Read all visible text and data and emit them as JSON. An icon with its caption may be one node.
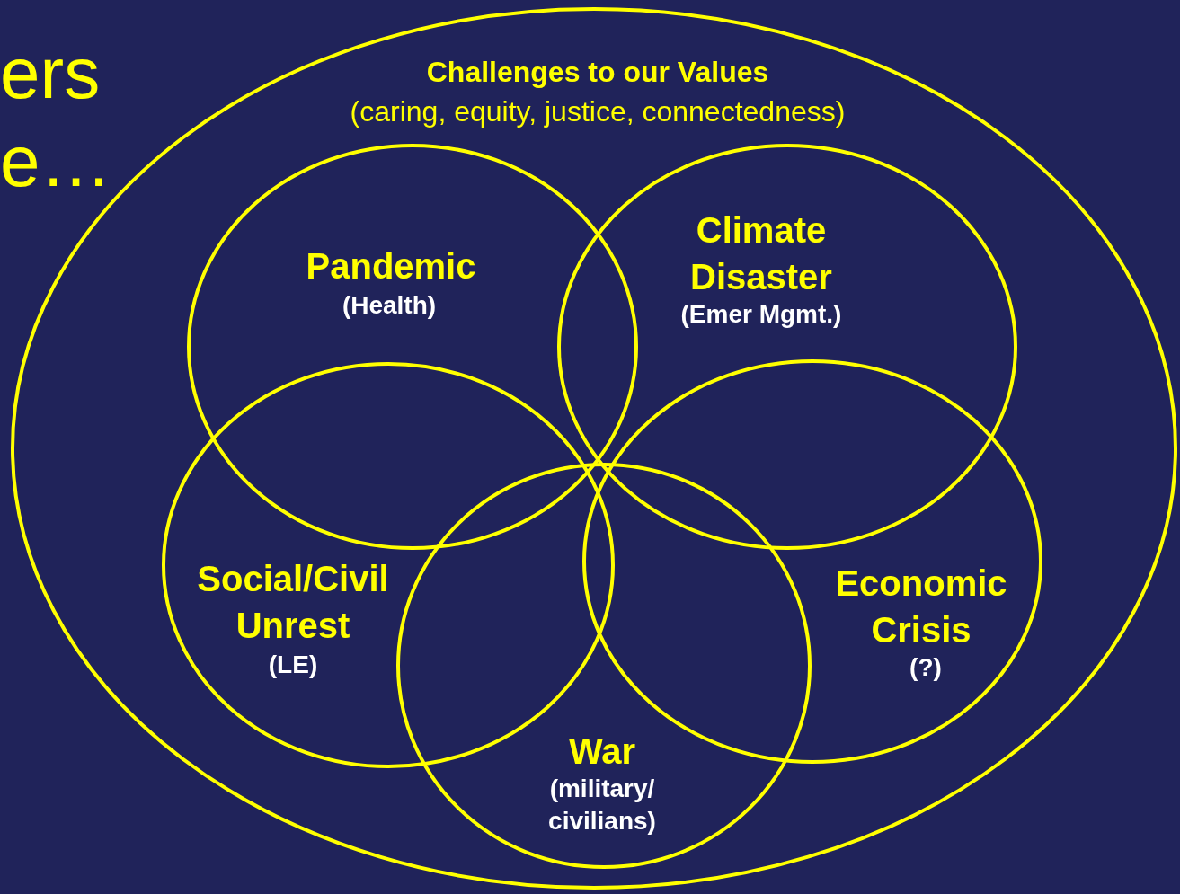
{
  "diagram": {
    "nodes": [
      {
        "text": [
          "Challenges to our Values",
          "(caring, equity, justice, connectedness)"
        ]
      },
      {
        "text": [
          "Pandemic",
          "(Health)"
        ],
        "in": 0
      },
      {
        "text": [
          "Climate Disaster",
          "(Emer Mgmt.)"
        ],
        "in": 0
      },
      {
        "text": [
          "Social/Civil Unrest",
          "(LE)"
        ],
        "in": 0
      },
      {
        "text": [
          "Economic Crisis",
          "(?)"
        ],
        "in": 0
      },
      {
        "text": [
          "War",
          "(military/ civilians)"
        ],
        "in": 0
      }
    ],
    "edges": [],
    "labels": [
      "ers",
      "e…"
    ]
  }
}
